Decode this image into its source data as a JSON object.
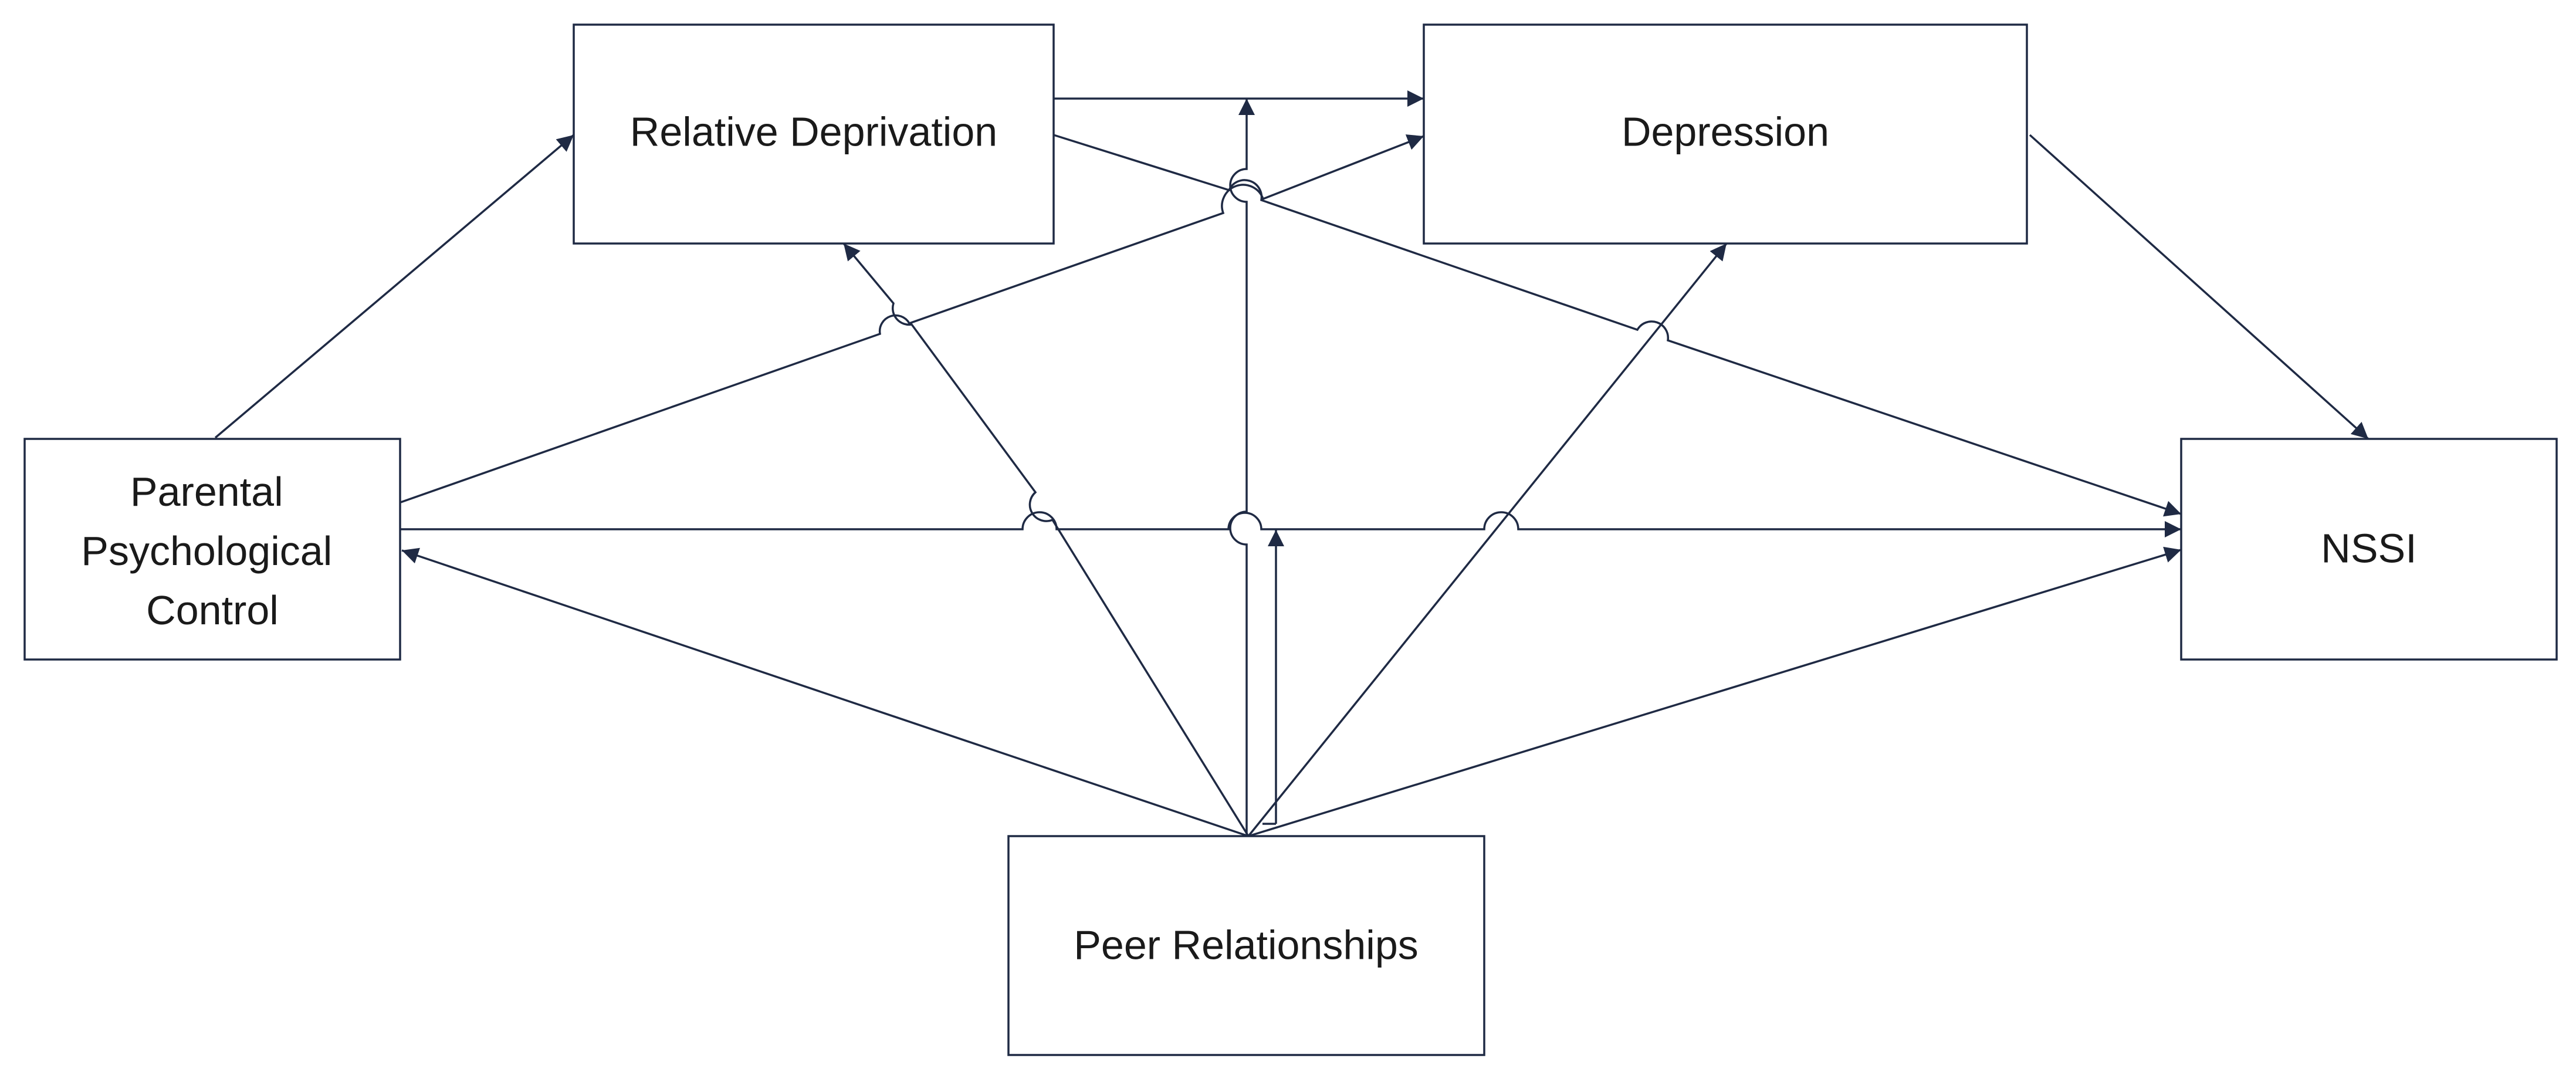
{
  "nodes": {
    "parental_psychological_control": {
      "lines": [
        "Parental",
        "Psychological",
        "Control"
      ]
    },
    "relative_deprivation": {
      "label": "Relative Deprivation"
    },
    "depression": {
      "label": "Depression"
    },
    "nssi": {
      "label": "NSSI"
    },
    "peer_relationships": {
      "label": "Peer Relationships"
    }
  },
  "edges": [
    {
      "from": "Parental Psychological Control",
      "to": "Relative Deprivation"
    },
    {
      "from": "Parental Psychological Control",
      "to": "Depression"
    },
    {
      "from": "Parental Psychological Control",
      "to": "NSSI"
    },
    {
      "from": "Relative Deprivation",
      "to": "Depression"
    },
    {
      "from": "Relative Deprivation",
      "to": "NSSI"
    },
    {
      "from": "Depression",
      "to": "NSSI"
    },
    {
      "from": "Peer Relationships",
      "to": "Parental Psychological Control"
    },
    {
      "from": "Peer Relationships",
      "to": "Relative Deprivation"
    },
    {
      "from": "Peer Relationships",
      "to": "Depression"
    },
    {
      "from": "Peer Relationships",
      "to": "NSSI"
    },
    {
      "from": "Peer Relationships",
      "to": "path Relative Deprivation → Depression"
    },
    {
      "from": "Peer Relationships",
      "to": "path Parental Psychological Control → NSSI"
    }
  ],
  "colors": {
    "stroke": "#1f2a44",
    "text": "#1a1a1a",
    "background": "#ffffff"
  }
}
